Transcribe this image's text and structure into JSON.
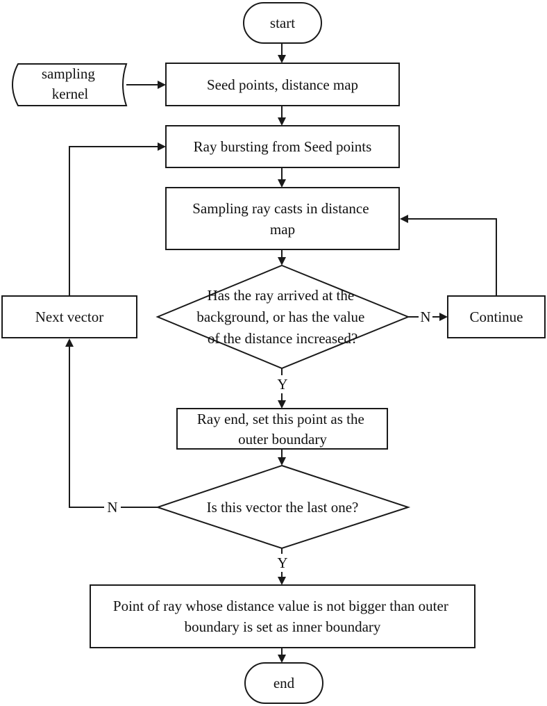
{
  "nodes": {
    "start": {
      "label": "start"
    },
    "sampling_kernel": {
      "lines": [
        "sampling",
        "kernel"
      ]
    },
    "seed_points": {
      "label": "Seed points, distance map"
    },
    "ray_bursting": {
      "label": "Ray bursting from Seed points"
    },
    "sampling_ray": {
      "lines": [
        "Sampling ray casts in distance",
        "map"
      ]
    },
    "decision_arrived": {
      "lines": [
        "Has the ray arrived at the",
        "background, or has the value",
        "of the distance increased?"
      ]
    },
    "continue": {
      "label": "Continue"
    },
    "next_vector": {
      "label": "Next vector"
    },
    "ray_end": {
      "lines": [
        "Ray end, set this point as the",
        "outer boundary"
      ]
    },
    "decision_last": {
      "label": "Is this vector the last one?"
    },
    "inner_boundary": {
      "lines": [
        "Point of ray whose distance value is not bigger than outer",
        "boundary is set as inner boundary"
      ]
    },
    "end": {
      "label": "end"
    }
  },
  "edge_labels": {
    "arrived_no": "N",
    "arrived_yes": "Y",
    "last_no": "N",
    "last_yes": "Y"
  }
}
